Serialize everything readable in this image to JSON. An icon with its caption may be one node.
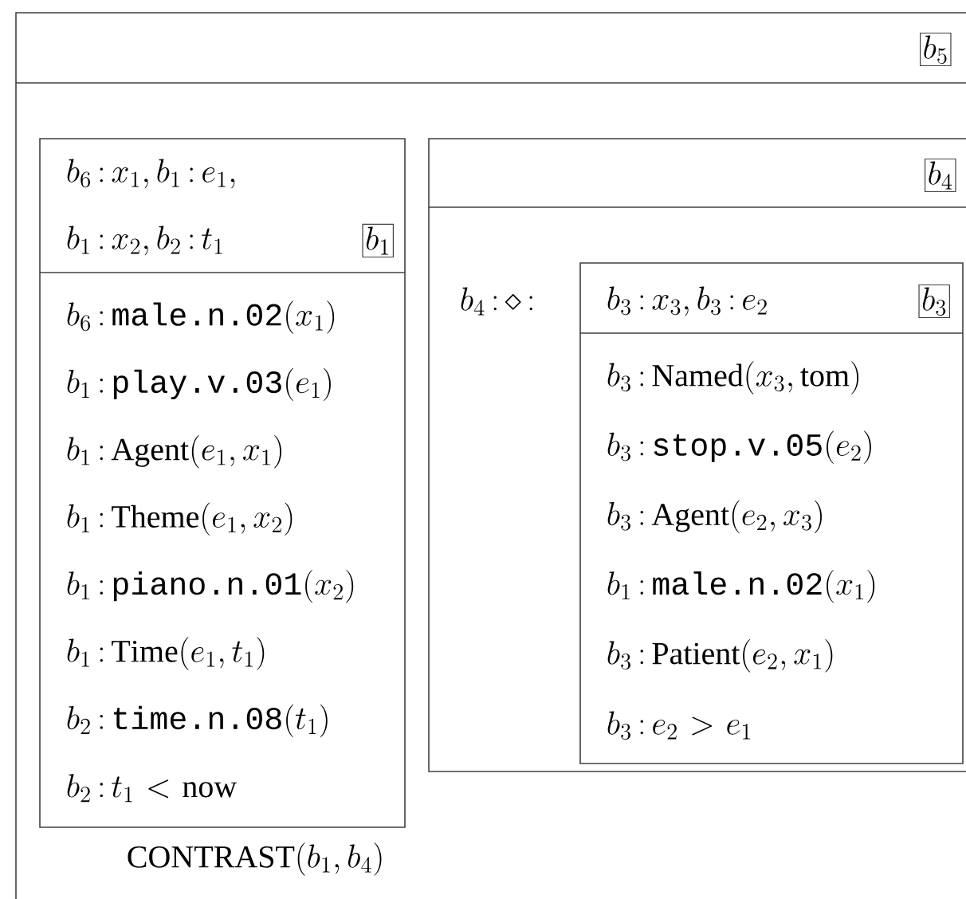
{
  "diagram": {
    "nodes": [
      {
        "text": [
          "b_5",
          "\\mathrm{CONTRAST}(b_1, b_4)"
        ]
      },
      {
        "text": [
          "b_6 : x_1, b_1 : e_1,",
          "b_1 : x_2, b_2 : t_1",
          "b_1",
          "b_6 : \\texttt{male.n.02}(x_1)",
          "b_1 : \\texttt{play.v.03}(e_1)",
          "b_1 : \\mathrm{Agent}(e_1, x_1)",
          "b_1 : \\mathrm{Theme}(e_1, x_2)",
          "b_1 : \\texttt{piano.n.01}(x_2)",
          "b_1 : \\mathrm{Time}(e_1, t_1)",
          "b_2 : \\texttt{time.n.08}(t_1)",
          "b_2 : t_1 \\;<\\; \\mathrm{now}"
        ],
        "in": 0
      },
      {
        "text": [
          "b_4",
          "b_4 : \\diamond :"
        ],
        "in": 0
      },
      {
        "text": [
          "b_3 : x_3, b_3 : e_2",
          "b_3",
          "b_3 : \\mathrm{Named}(x_3, \\mathrm{tom})",
          "b_3 : \\texttt{stop.v.05}(e_2)",
          "b_3 : \\mathrm{Agent}(e_2, x_3)",
          "b_1 : \\texttt{male.n.02}(x_1)",
          "b_3 : \\mathrm{Patient}(e_2, x_1)",
          "b_3 : e_2 \\;>\\; e_1"
        ],
        "in": 2
      }
    ]
  }
}
